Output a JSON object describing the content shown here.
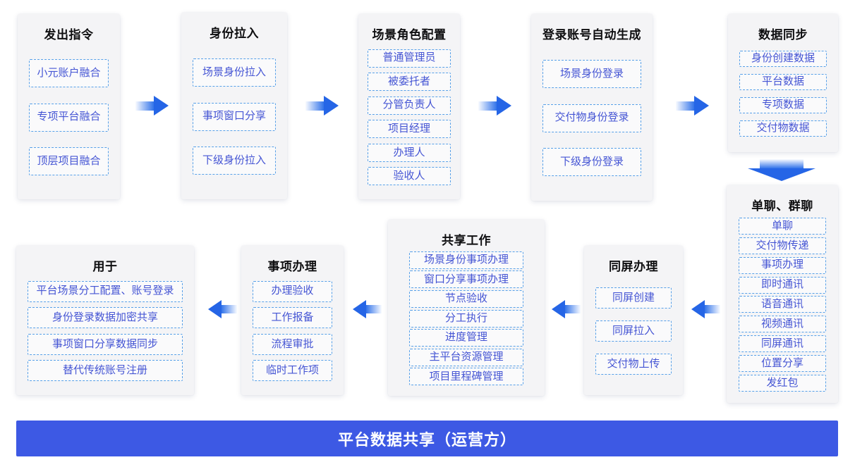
{
  "colors": {
    "panel_bg": "#f4f4f6",
    "item_border": "#57a0e8",
    "item_text": "#4555d4",
    "arrow_blue": "#2565e6",
    "banner_bg": "#3d59e4",
    "banner_text": "#ffffff"
  },
  "panels": [
    {
      "title": "发出指令",
      "items": [
        "小元账户融合",
        "专项平台融合",
        "顶层项目融合"
      ]
    },
    {
      "title": "身份拉入",
      "items": [
        "场景身份拉入",
        "事项窗口分享",
        "下级身份拉入"
      ]
    },
    {
      "title": "场景角色配置",
      "items": [
        "普通管理员",
        "被委托者",
        "分管负责人",
        "项目经理",
        "办理人",
        "验收人"
      ]
    },
    {
      "title": "登录账号自动生成",
      "items": [
        "场景身份登录",
        "交付物身份登录",
        "下级身份登录"
      ]
    },
    {
      "title": "数据同步",
      "items": [
        "身份创建数据",
        "平台数据",
        "专项数据",
        "交付物数据"
      ]
    },
    {
      "title": "单聊、群聊",
      "items": [
        "单聊",
        "交付物传递",
        "事项办理",
        "即时通讯",
        "语音通讯",
        "视频通讯",
        "同屏通讯",
        "位置分享",
        "发红包"
      ]
    },
    {
      "title": "同屏办理",
      "items": [
        "同屏创建",
        "同屏拉入",
        "交付物上传"
      ]
    },
    {
      "title": "共享工作",
      "items": [
        "场景身份事项办理",
        "窗口分享事项办理",
        "节点验收",
        "分工执行",
        "进度管理",
        "主平台资源管理",
        "项目里程碑管理"
      ]
    },
    {
      "title": "事项办理",
      "items": [
        "办理验收",
        "工作报备",
        "流程审批",
        "临时工作项"
      ]
    },
    {
      "title": "用于",
      "items": [
        "平台场景分工配置、账号登录",
        "身份登录数据加密共享",
        "事项窗口分享数据同步",
        "替代传统账号注册"
      ]
    }
  ],
  "banner": {
    "label": "平台数据共享（运营方）"
  }
}
